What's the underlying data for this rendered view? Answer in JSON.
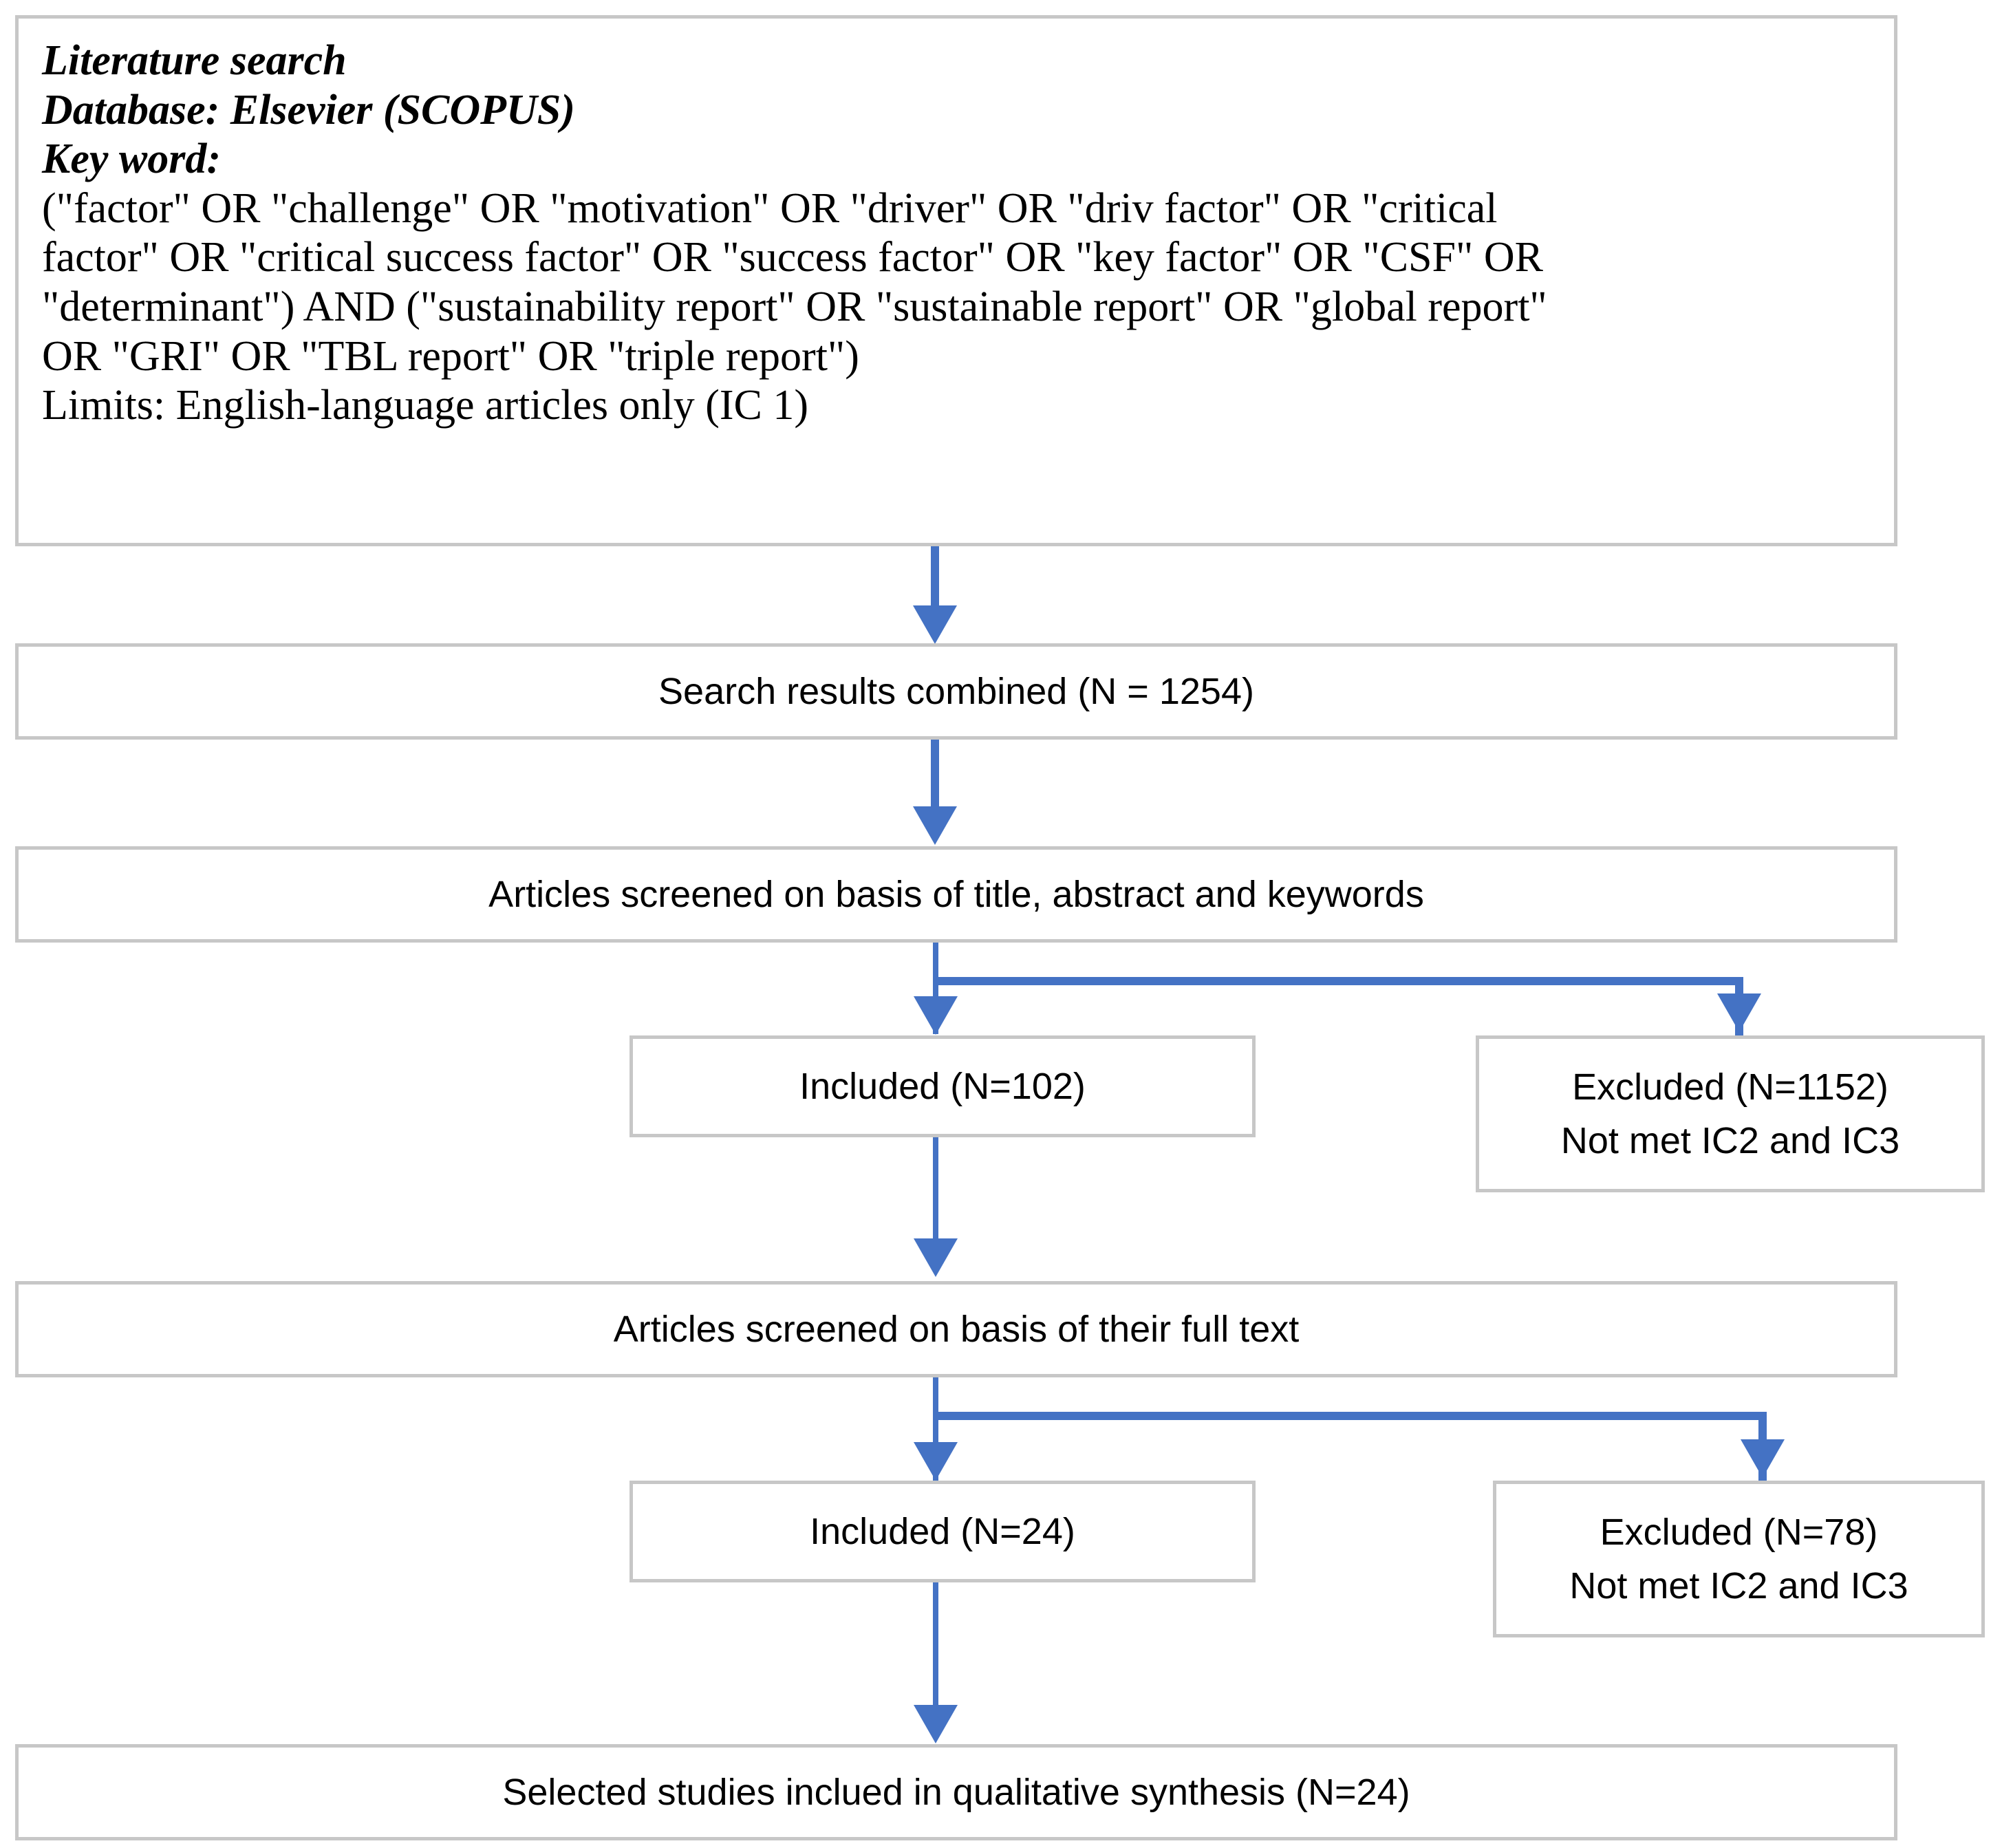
{
  "diagram": {
    "title": "Literature search flow diagram",
    "colors": {
      "box_border": "#C7C7C7",
      "connector": "#4472C4",
      "text": "#000000",
      "background": "#FFFFFF"
    }
  },
  "search_box": {
    "name": "Literature search box",
    "line_1": "Literature search",
    "line_2": "Database: Elsevier (SCOPUS)",
    "line_3": "Key word:",
    "line_4": "(\"factor\" OR \"challenge\" OR \"motivation\" OR \"driver\" OR \"driv factor\" OR \"critical",
    "line_5": "factor\" OR \"critical success factor\" OR \"success factor\" OR \"key factor\" OR \"CSF\" OR",
    "line_6": "\"determinant\") AND (\"sustainability report\" OR \"sustainable report\" OR \"global report\"",
    "line_7": "OR \"GRI\" OR \"TBL report\" OR \"triple report\")",
    "line_8": "Limits: English-language articles only (IC 1)"
  },
  "nodes": {
    "search_results": "Search results combined (N = 1254)",
    "screen_title": "Articles screened on basis of title, abstract and keywords",
    "included_102": "Included (N=102)",
    "excluded_1152": "Excluded (N=1152)\nNot met IC2 and IC3",
    "screen_fulltext": "Articles screened on basis of their full text",
    "included_24": "Included (N=24)",
    "excluded_78": "Excluded (N=78)\nNot met IC2 and IC3",
    "selected_studies": "Selected studies inclued in qualitative synthesis (N=24)"
  },
  "counts": {
    "search_results_n": 1254,
    "included_stage1_n": 102,
    "excluded_stage1_n": 1152,
    "included_stage2_n": 24,
    "excluded_stage2_n": 78,
    "selected_studies_n": 24
  },
  "connectors": [
    {
      "name": "search-to-results",
      "type": "straight-down"
    },
    {
      "name": "results-to-screen-title",
      "type": "straight-down"
    },
    {
      "name": "screen-title-to-included",
      "type": "straight-down"
    },
    {
      "name": "screen-title-to-excluded",
      "type": "elbow-right"
    },
    {
      "name": "included102-to-fulltext",
      "type": "straight-down"
    },
    {
      "name": "fulltext-to-included24",
      "type": "straight-down"
    },
    {
      "name": "fulltext-to-excluded78",
      "type": "elbow-right"
    },
    {
      "name": "included24-to-selected",
      "type": "straight-down"
    }
  ]
}
